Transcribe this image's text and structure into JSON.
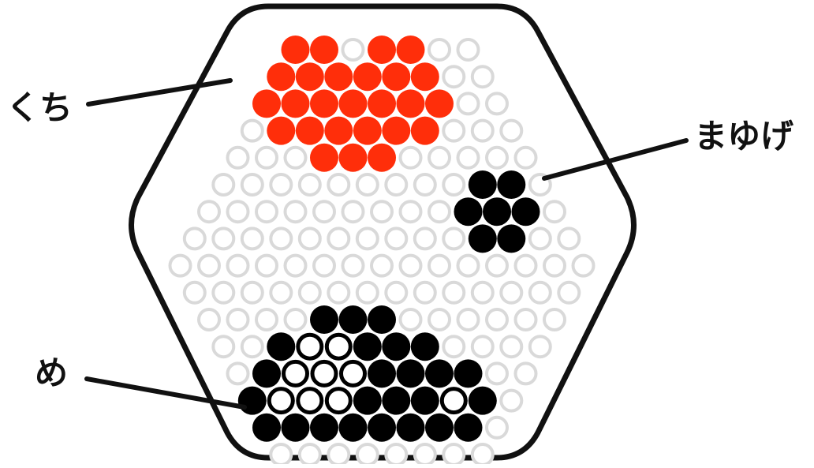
{
  "labels": {
    "mouth": "くち",
    "eyebrow": "まゆげ",
    "eye": "め"
  },
  "colors": {
    "outline": "#111111",
    "mouth_bead": "#ff2e0a",
    "black_bead": "#000000",
    "white_bead": "#ffffff",
    "empty_peg": "#d9d9d9",
    "background": "#ffffff"
  },
  "peg_grid": {
    "row_lengths": [
      7,
      8,
      9,
      10,
      11,
      12,
      13,
      14,
      15,
      14,
      13,
      12,
      11,
      10,
      9,
      8
    ]
  },
  "beads": [
    {
      "row": 0,
      "col": 0,
      "color": "mouth"
    },
    {
      "row": 0,
      "col": 1,
      "color": "mouth"
    },
    {
      "row": 0,
      "col": 3,
      "color": "mouth"
    },
    {
      "row": 0,
      "col": 4,
      "color": "mouth"
    },
    {
      "row": 1,
      "col": 0,
      "color": "mouth"
    },
    {
      "row": 1,
      "col": 1,
      "color": "mouth"
    },
    {
      "row": 1,
      "col": 2,
      "color": "mouth"
    },
    {
      "row": 1,
      "col": 3,
      "color": "mouth"
    },
    {
      "row": 1,
      "col": 4,
      "color": "mouth"
    },
    {
      "row": 1,
      "col": 5,
      "color": "mouth"
    },
    {
      "row": 2,
      "col": 0,
      "color": "mouth"
    },
    {
      "row": 2,
      "col": 1,
      "color": "mouth"
    },
    {
      "row": 2,
      "col": 2,
      "color": "mouth"
    },
    {
      "row": 2,
      "col": 3,
      "color": "mouth"
    },
    {
      "row": 2,
      "col": 4,
      "color": "mouth"
    },
    {
      "row": 2,
      "col": 5,
      "color": "mouth"
    },
    {
      "row": 2,
      "col": 6,
      "color": "mouth"
    },
    {
      "row": 3,
      "col": 1,
      "color": "mouth"
    },
    {
      "row": 3,
      "col": 2,
      "color": "mouth"
    },
    {
      "row": 3,
      "col": 3,
      "color": "mouth"
    },
    {
      "row": 3,
      "col": 4,
      "color": "mouth"
    },
    {
      "row": 3,
      "col": 5,
      "color": "mouth"
    },
    {
      "row": 3,
      "col": 6,
      "color": "mouth"
    },
    {
      "row": 4,
      "col": 3,
      "color": "mouth"
    },
    {
      "row": 4,
      "col": 4,
      "color": "mouth"
    },
    {
      "row": 4,
      "col": 5,
      "color": "mouth"
    },
    {
      "row": 5,
      "col": 9,
      "color": "black"
    },
    {
      "row": 5,
      "col": 10,
      "color": "black"
    },
    {
      "row": 6,
      "col": 9,
      "color": "black"
    },
    {
      "row": 6,
      "col": 10,
      "color": "black"
    },
    {
      "row": 6,
      "col": 11,
      "color": "black"
    },
    {
      "row": 7,
      "col": 10,
      "color": "black"
    },
    {
      "row": 7,
      "col": 11,
      "color": "black"
    },
    {
      "row": 10,
      "col": 4,
      "color": "black"
    },
    {
      "row": 10,
      "col": 5,
      "color": "black"
    },
    {
      "row": 10,
      "col": 6,
      "color": "black"
    },
    {
      "row": 11,
      "col": 2,
      "color": "black"
    },
    {
      "row": 11,
      "col": 3,
      "color": "white"
    },
    {
      "row": 11,
      "col": 4,
      "color": "white"
    },
    {
      "row": 11,
      "col": 5,
      "color": "black"
    },
    {
      "row": 11,
      "col": 6,
      "color": "black"
    },
    {
      "row": 11,
      "col": 7,
      "color": "black"
    },
    {
      "row": 12,
      "col": 1,
      "color": "black"
    },
    {
      "row": 12,
      "col": 2,
      "color": "white"
    },
    {
      "row": 12,
      "col": 3,
      "color": "white"
    },
    {
      "row": 12,
      "col": 4,
      "color": "white"
    },
    {
      "row": 12,
      "col": 5,
      "color": "black"
    },
    {
      "row": 12,
      "col": 6,
      "color": "black"
    },
    {
      "row": 12,
      "col": 7,
      "color": "black"
    },
    {
      "row": 12,
      "col": 8,
      "color": "black"
    },
    {
      "row": 13,
      "col": 0,
      "color": "black"
    },
    {
      "row": 13,
      "col": 1,
      "color": "white"
    },
    {
      "row": 13,
      "col": 2,
      "color": "white"
    },
    {
      "row": 13,
      "col": 3,
      "color": "white"
    },
    {
      "row": 13,
      "col": 4,
      "color": "black"
    },
    {
      "row": 13,
      "col": 5,
      "color": "black"
    },
    {
      "row": 13,
      "col": 6,
      "color": "black"
    },
    {
      "row": 13,
      "col": 7,
      "color": "white"
    },
    {
      "row": 13,
      "col": 8,
      "color": "black"
    },
    {
      "row": 14,
      "col": 0,
      "color": "black"
    },
    {
      "row": 14,
      "col": 1,
      "color": "black"
    },
    {
      "row": 14,
      "col": 2,
      "color": "black"
    },
    {
      "row": 14,
      "col": 3,
      "color": "black"
    },
    {
      "row": 14,
      "col": 4,
      "color": "black"
    },
    {
      "row": 14,
      "col": 5,
      "color": "black"
    },
    {
      "row": 14,
      "col": 6,
      "color": "black"
    },
    {
      "row": 14,
      "col": 7,
      "color": "black"
    }
  ]
}
